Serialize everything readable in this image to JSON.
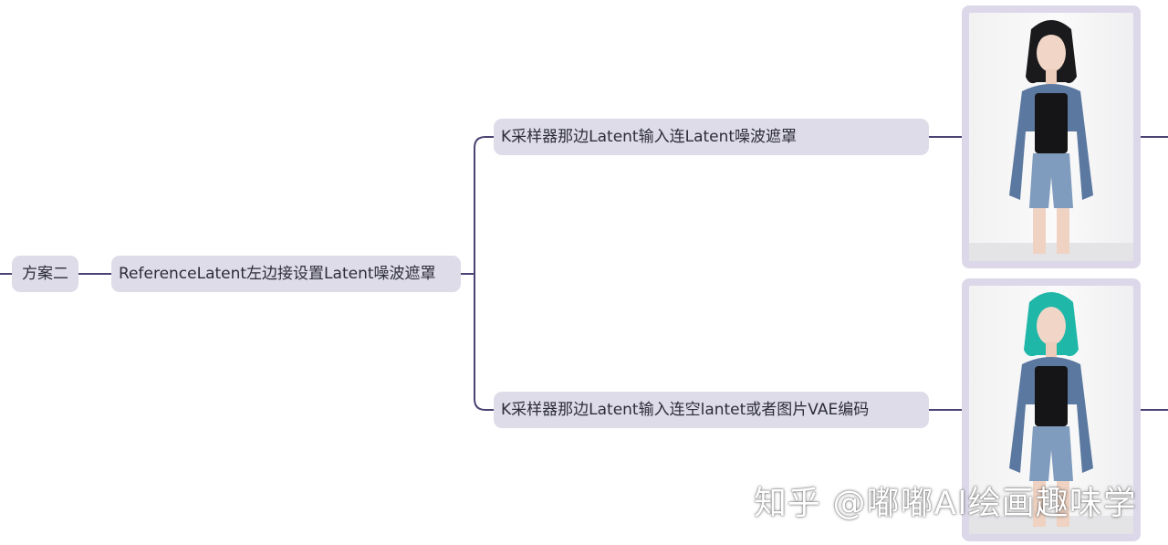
{
  "mindmap": {
    "root": {
      "label": "方案二"
    },
    "branch": {
      "label": "ReferenceLatent左边接设置Latent噪波遮罩"
    },
    "children": [
      {
        "label": "K采样器那边Latent输入连Latent噪波遮罩"
      },
      {
        "label": "K采样器那边Latent输入连空lantet或者图片VAE编码"
      }
    ]
  },
  "images": [
    {
      "icon": "woman-black-hair-photo-icon",
      "hair_color": "#1a1a1d"
    },
    {
      "icon": "woman-teal-hair-photo-icon",
      "hair_color": "#1fb7a8"
    }
  ],
  "watermark": {
    "text": "知乎 @嘟嘟AI绘画趣味学"
  },
  "colors": {
    "connector": "#4a4373",
    "node_bg": "#dfdce9",
    "card_bg": "#dcd8ea"
  }
}
